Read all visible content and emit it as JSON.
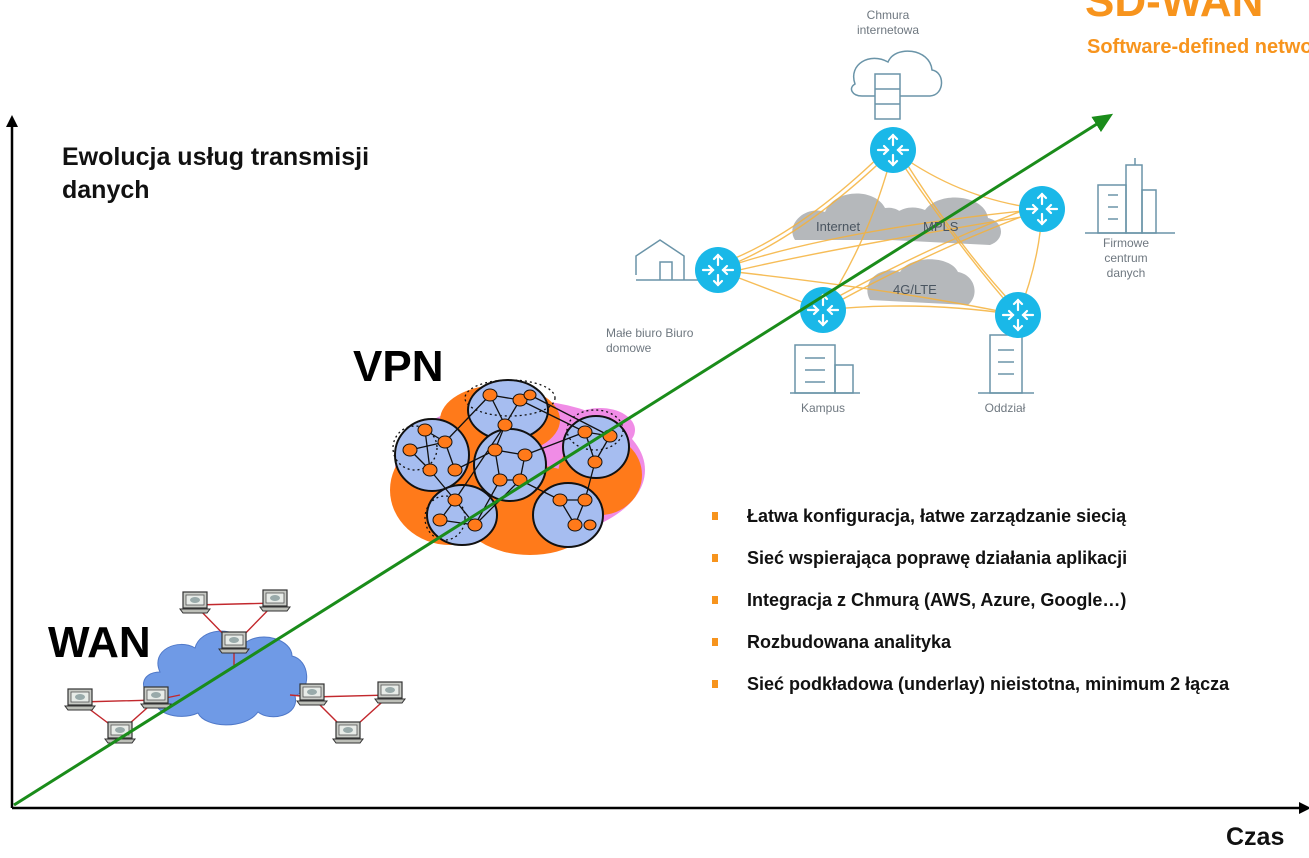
{
  "axes": {
    "y_label": "Ewolucja usług transmisji danych",
    "x_label": "Czas"
  },
  "stages": {
    "wan": "WAN",
    "vpn": "VPN",
    "sdwan_title": "SD-WAN",
    "sdwan_subtitle": "Software-defined network"
  },
  "sdwan_diagram": {
    "cloud_label": "Chmura internetowa",
    "internet": "Internet",
    "mpls": "MPLS",
    "lte": "4G/LTE",
    "datacenter": "Firmowe centrum danych",
    "small_office": "Małe biuro Biuro domowe",
    "campus": "Kampus",
    "branch": "Oddział"
  },
  "features": [
    "Łatwa konfiguracja, łatwe zarządzanie siecią",
    "Sieć wspierająca poprawę działania aplikacji",
    "Integracja z Chmurą (AWS, Azure, Google…)",
    "Rozbudowana analityka",
    "Sieć podkładowa (underlay) nieistotna, minimum 2 łącza"
  ],
  "colors": {
    "trend_line": "#1a8c1a",
    "accent_orange": "#f7941d",
    "router_blue": "#1ab8e8",
    "wan_cloud": "#6f9ae6",
    "vpn_orange": "#ff7a1a",
    "vpn_pink": "#f08ce6"
  }
}
